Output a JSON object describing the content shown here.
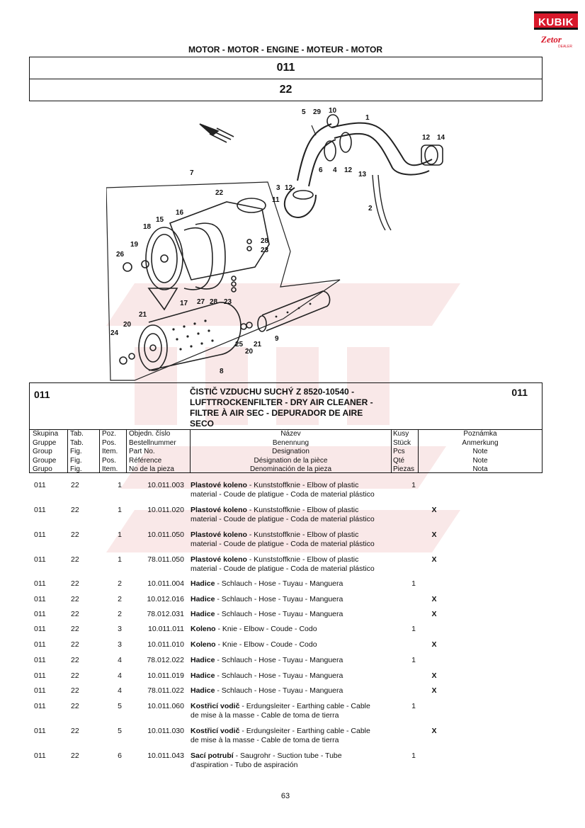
{
  "logo": {
    "brand": "KUBIK",
    "sub": "Zetor",
    "tag": "DEALER"
  },
  "header": {
    "title": "MOTOR - MOTOR - ENGINE - MOTEUR - MOTOR",
    "group_code": "011",
    "figure_code": "22"
  },
  "diagram": {
    "callouts": [
      "5",
      "29",
      "10",
      "1",
      "12",
      "14",
      "6",
      "4",
      "12",
      "13",
      "7",
      "22",
      "3",
      "12",
      "11",
      "2",
      "16",
      "15",
      "18",
      "28",
      "23",
      "19",
      "26",
      "17",
      "27",
      "28",
      "23",
      "21",
      "20",
      "24",
      "9",
      "25",
      "20",
      "21",
      "8"
    ]
  },
  "group": {
    "code_left": "011",
    "code_right": "011",
    "title_lines": [
      "ČISTIČ VZDUCHU SUCHÝ Z 8520-10540 -",
      "LUFTTROCKENFILTER - DRY AIR CLEANER -",
      "FILTRE À AIR SEC - DEPURADOR DE AIRE",
      "SECO"
    ]
  },
  "columns": {
    "group": [
      "Skupina",
      "Gruppe",
      "Group",
      "Groupe",
      "Grupo"
    ],
    "fig": [
      "Tab.",
      "Tab.",
      "Fig.",
      "Fig.",
      "Fig."
    ],
    "pos": [
      "Poz.",
      "Pos.",
      "Item.",
      "Pos.",
      "Item."
    ],
    "part": [
      "Objedn. číslo",
      "Bestellnummer",
      "Part No.",
      "Référence",
      "No de la pieza"
    ],
    "name": [
      "Název",
      "Benennung",
      "Designation",
      "Désignation de la pièce",
      "Denominación de la pieza"
    ],
    "qty": [
      "Kusy",
      "Stück",
      "Pcs",
      "Qté",
      "Piezas"
    ],
    "note": [
      "Poznámka",
      "Anmerkung",
      "Note",
      "Note",
      "Nota"
    ]
  },
  "rows": [
    {
      "group": "011",
      "fig": "22",
      "pos": "1",
      "part": "10.011.003",
      "bold": "Plastové koleno",
      "rest": " - Kunststoffknie - Elbow of plastic",
      "line2": "material - Coude de platigue - Coda de material plástico",
      "qty": "1",
      "note": ""
    },
    {
      "group": "011",
      "fig": "22",
      "pos": "1",
      "part": "10.011.020",
      "bold": "Plastové koleno",
      "rest": " - Kunststoffknie - Elbow of plastic",
      "line2": "material - Coude de platigue - Coda de material plástico",
      "qty": "",
      "note": "X"
    },
    {
      "group": "011",
      "fig": "22",
      "pos": "1",
      "part": "10.011.050",
      "bold": "Plastové koleno",
      "rest": " - Kunststoffknie - Elbow of plastic",
      "line2": "material - Coude de platigue - Coda de material plástico",
      "qty": "",
      "note": "X"
    },
    {
      "group": "011",
      "fig": "22",
      "pos": "1",
      "part": "78.011.050",
      "bold": "Plastové koleno",
      "rest": " - Kunststoffknie - Elbow of plastic",
      "line2": "material - Coude de platigue - Coda de material plástico",
      "qty": "",
      "note": "X"
    },
    {
      "group": "011",
      "fig": "22",
      "pos": "2",
      "part": "10.011.004",
      "bold": "Hadice",
      "rest": " - Schlauch - Hose - Tuyau - Manguera",
      "line2": "",
      "qty": "1",
      "note": ""
    },
    {
      "group": "011",
      "fig": "22",
      "pos": "2",
      "part": "10.012.016",
      "bold": "Hadice",
      "rest": " - Schlauch - Hose - Tuyau - Manguera",
      "line2": "",
      "qty": "",
      "note": "X"
    },
    {
      "group": "011",
      "fig": "22",
      "pos": "2",
      "part": "78.012.031",
      "bold": "Hadice",
      "rest": " - Schlauch - Hose - Tuyau - Manguera",
      "line2": "",
      "qty": "",
      "note": "X"
    },
    {
      "group": "011",
      "fig": "22",
      "pos": "3",
      "part": "10.011.011",
      "bold": "Koleno",
      "rest": " - Knie - Elbow - Coude - Codo",
      "line2": "",
      "qty": "1",
      "note": ""
    },
    {
      "group": "011",
      "fig": "22",
      "pos": "3",
      "part": "10.011.010",
      "bold": "Koleno",
      "rest": " - Knie - Elbow - Coude - Codo",
      "line2": "",
      "qty": "",
      "note": "X"
    },
    {
      "group": "011",
      "fig": "22",
      "pos": "4",
      "part": "78.012.022",
      "bold": "Hadice",
      "rest": " - Schlauch - Hose - Tuyau - Manguera",
      "line2": "",
      "qty": "1",
      "note": ""
    },
    {
      "group": "011",
      "fig": "22",
      "pos": "4",
      "part": "10.011.019",
      "bold": "Hadice",
      "rest": " - Schlauch - Hose - Tuyau - Manguera",
      "line2": "",
      "qty": "",
      "note": "X"
    },
    {
      "group": "011",
      "fig": "22",
      "pos": "4",
      "part": "78.011.022",
      "bold": "Hadice",
      "rest": " - Schlauch - Hose - Tuyau - Manguera",
      "line2": "",
      "qty": "",
      "note": "X"
    },
    {
      "group": "011",
      "fig": "22",
      "pos": "5",
      "part": "10.011.060",
      "bold": "Kostřicí vodič",
      "rest": " - Erdungsleiter - Earthing cable - Cable",
      "line2": "de mise à la masse - Cable de toma de tierra",
      "qty": "1",
      "note": ""
    },
    {
      "group": "011",
      "fig": "22",
      "pos": "5",
      "part": "10.011.030",
      "bold": "Kostřicí vodič",
      "rest": " - Erdungsleiter - Earthing cable - Cable",
      "line2": "de mise à la masse - Cable de toma de tierra",
      "qty": "",
      "note": "X"
    },
    {
      "group": "011",
      "fig": "22",
      "pos": "6",
      "part": "10.011.043",
      "bold": "Sací potrubí",
      "rest": " - Saugrohr - Suction tube - Tube",
      "line2": "d'aspiration - Tubo de aspiración",
      "qty": "1",
      "note": ""
    }
  ],
  "page_number": "63"
}
